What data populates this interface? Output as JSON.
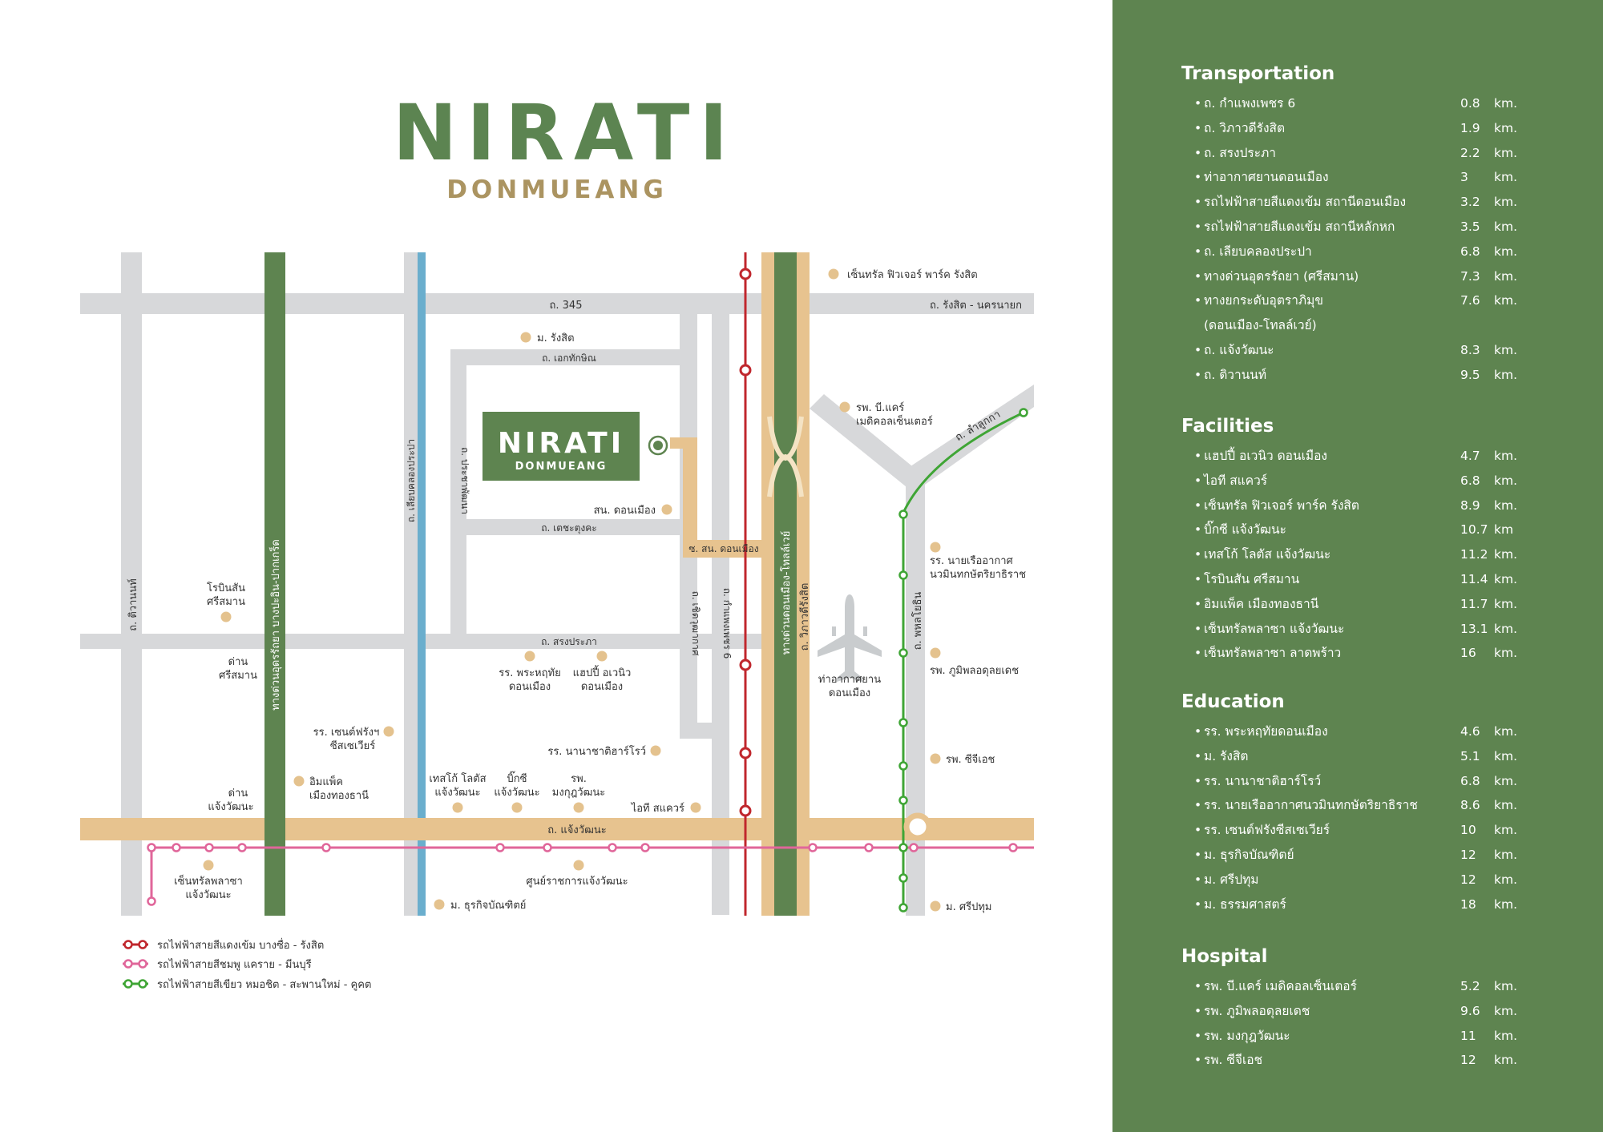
{
  "brand": {
    "title": "NIRATI",
    "subtitle": "DONMUEANG"
  },
  "map": {
    "project_box": {
      "title": "NIRATI",
      "subtitle": "DONMUEANG"
    },
    "roads": {
      "r345": "ถ. 345",
      "rangsit_nakhon_nayok": "ถ. รังสิต - นครนายก",
      "ekthakhin": "ถ. เอกทักษิณ",
      "techatungkha": "ถ. เตชะตุงคะ",
      "songprapha": "ถ. สรงประภา",
      "chaengwattana": "ถ. แจ้งวัฒนะ",
      "tiwanon": "ถ. ติวานนท์",
      "udonratthaya": "ทางด่วนอุดรรัถยา บางปะอิน-ปากเกร็ด",
      "liap_khlong_prapa": "ถ. เลียบคลองประปา",
      "prasertmanukit": "ถ. ประชาพัฒนา",
      "chert_wuthakat": "ถ. เชิดวุฒากาศ",
      "kamphaeng_phet_6": "ถ. กำแพงเพชร 6",
      "donmueang_tollway": "ทางด่วนดอนเมือง-โทลล์เวย์",
      "vibhavadi": "ถ. วิภาวดีรังสิต",
      "phahonyothin": "ถ. พหลโยธิน",
      "lam_luk_ka": "ถ. ลำลูกกา",
      "soi_sor_nor": "ซ. สน. ดอนเมือง"
    },
    "pois": {
      "future_park": "เซ็นทรัล ฟิวเจอร์ พาร์ค รังสิต",
      "rangsit_univ": "ม. รังสิต",
      "bcare_1": "รพ. บี.แคร์",
      "bcare_2": "เมดิคอลเซ็นเตอร์",
      "police": "สน. ดอนเมือง",
      "nawa_1": "รร. นายเรืออากาศ",
      "nawa_2": "นวมินทกษัตริยาธิราช",
      "robinson_1": "โรบินสัน",
      "robinson_2": "ศรีสมาน",
      "toll_srisaman_1": "ด่าน",
      "toll_srisaman_2": "ศรีสมาน",
      "prahruthai_1": "รร. พระหฤทัย",
      "prahruthai_2": "ดอนเมือง",
      "happy_ave_1": "แฮปปี้ อเวนิว",
      "happy_ave_2": "ดอนเมือง",
      "airport_1": "ท่าอากาศยาน",
      "airport_2": "ดอนเมือง",
      "bhumibol": "รพ. ภูมิพลอดุลยเดช",
      "st_francis_1": "รร. เซนต์ฟรังฯ",
      "st_francis_2": "ซีสเซเวียร์",
      "harrow": "รร. นานาชาติฮาร์โรว์",
      "impact_1": "อิมแพ็ค",
      "impact_2": "เมืองทองธานี",
      "toll_chaeng_1": "ด่าน",
      "toll_chaeng_2": "แจ้งวัฒนะ",
      "lotus_1": "เทสโก้ โลตัส",
      "lotus_2": "แจ้งวัฒนะ",
      "bigc_1": "บิ๊กซี",
      "bigc_2": "แจ้งวัฒนะ",
      "mongkut_1": "รพ.",
      "mongkut_2": "มงกุฎวัฒนะ",
      "itsquare": "ไอที สแควร์",
      "gh": "รพ. ซีจีเอช",
      "central_chaeng_1": "เซ็นทรัลพลาซา",
      "central_chaeng_2": "แจ้งวัฒนะ",
      "gov_center": "ศูนย์ราชการแจ้งวัฒนะ",
      "dpu": "ม. ธุรกิจบัณฑิตย์",
      "sripatum": "ม. ศรีปทุม"
    },
    "legend": [
      {
        "label": "รถไฟฟ้าสายสีแดงเข้ม บางซื่อ - รังสิต",
        "color": "#c0272d"
      },
      {
        "label": "รถไฟฟ้าสายสีชมพู แคราย - มีนบุรี",
        "color": "#e0669a"
      },
      {
        "label": "รถไฟฟ้าสายสีเขียว หมอชิต - สะพานใหม่ - คูคต",
        "color": "#3fa535"
      }
    ],
    "colors": {
      "road": "#d7d8da",
      "main_road": "#e7c38f",
      "expressway": "#5e8450",
      "canal": "#6aaecd",
      "poi": "#e4c28e"
    }
  },
  "sidebar": {
    "sections": [
      {
        "title": "Transportation",
        "items": [
          {
            "name": "ถ. กำแพงเพชร 6",
            "dist": "0.8",
            "unit": "km."
          },
          {
            "name": "ถ. วิภาวดีรังสิต",
            "dist": "1.9",
            "unit": "km."
          },
          {
            "name": "ถ. สรงประภา",
            "dist": "2.2",
            "unit": "km."
          },
          {
            "name": "ท่าอากาศยานดอนเมือง",
            "dist": "3",
            "unit": "km."
          },
          {
            "name": "รถไฟฟ้าสายสีแดงเข้ม สถานีดอนเมือง",
            "dist": "3.2",
            "unit": "km."
          },
          {
            "name": "รถไฟฟ้าสายสีแดงเข้ม สถานีหลักหก",
            "dist": "3.5",
            "unit": "km."
          },
          {
            "name": "ถ. เลียบคลองประปา",
            "dist": "6.8",
            "unit": "km."
          },
          {
            "name": "ทางด่วนอุดรรัถยา (ศรีสมาน)",
            "dist": "7.3",
            "unit": "km."
          },
          {
            "name": "ทางยกระดับอุตราภิมุข",
            "dist": "7.6",
            "unit": "km."
          },
          {
            "name": "(ดอนเมือง-โทลล์เวย์)",
            "dist": "",
            "unit": "",
            "continuation": true
          },
          {
            "name": "ถ. แจ้งวัฒนะ",
            "dist": "8.3",
            "unit": "km."
          },
          {
            "name": "ถ. ติวานนท์",
            "dist": "9.5",
            "unit": "km."
          }
        ]
      },
      {
        "title": "Facilities",
        "items": [
          {
            "name": "แฮปปี้ อเวนิว ดอนเมือง",
            "dist": "4.7",
            "unit": "km."
          },
          {
            "name": "ไอที สแควร์",
            "dist": "6.8",
            "unit": "km."
          },
          {
            "name": "เซ็นทรัล ฟิวเจอร์ พาร์ค รังสิต",
            "dist": "8.9",
            "unit": "km."
          },
          {
            "name": "บิ๊กซี แจ้งวัฒนะ",
            "dist": "10.7",
            "unit": "km"
          },
          {
            "name": "เทสโก้ โลตัส แจ้งวัฒนะ",
            "dist": "11.2",
            "unit": "km."
          },
          {
            "name": "โรบินสัน ศรีสมาน",
            "dist": "11.4",
            "unit": "km."
          },
          {
            "name": "อิมแพ็ค เมืองทองธานี",
            "dist": "11.7",
            "unit": "km."
          },
          {
            "name": "เซ็นทรัลพลาซา แจ้งวัฒนะ",
            "dist": "13.1",
            "unit": "km."
          },
          {
            "name": "เซ็นทรัลพลาซา ลาดพร้าว",
            "dist": "16",
            "unit": "km."
          }
        ]
      },
      {
        "title": "Education",
        "items": [
          {
            "name": "รร. พระหฤทัยดอนเมือง",
            "dist": "4.6",
            "unit": "km."
          },
          {
            "name": "ม. รังสิต",
            "dist": "5.1",
            "unit": "km."
          },
          {
            "name": "รร. นานาชาติฮาร์โรว์",
            "dist": "6.8",
            "unit": "km."
          },
          {
            "name": "รร. นายเรืออากาศนวมินทกษัตริยาธิราช",
            "dist": "8.6",
            "unit": "km."
          },
          {
            "name": "รร. เซนต์ฟรังซีสเซเวียร์",
            "dist": "10",
            "unit": "km."
          },
          {
            "name": "ม. ธุรกิจบัณฑิตย์",
            "dist": "12",
            "unit": "km."
          },
          {
            "name": "ม. ศรีปทุม",
            "dist": "12",
            "unit": "km."
          },
          {
            "name": "ม. ธรรมศาสตร์",
            "dist": "18",
            "unit": "km."
          }
        ]
      },
      {
        "title": "Hospital",
        "items": [
          {
            "name": "รพ. บี.แคร์ เมดิคอลเซ็นเตอร์",
            "dist": "5.2",
            "unit": "km."
          },
          {
            "name": "รพ. ภูมิพลอดุลยเดช",
            "dist": "9.6",
            "unit": "km."
          },
          {
            "name": "รพ. มงกุฎวัฒนะ",
            "dist": "11",
            "unit": "km."
          },
          {
            "name": "รพ. ซีจีเอช",
            "dist": "12",
            "unit": "km."
          }
        ]
      }
    ]
  }
}
